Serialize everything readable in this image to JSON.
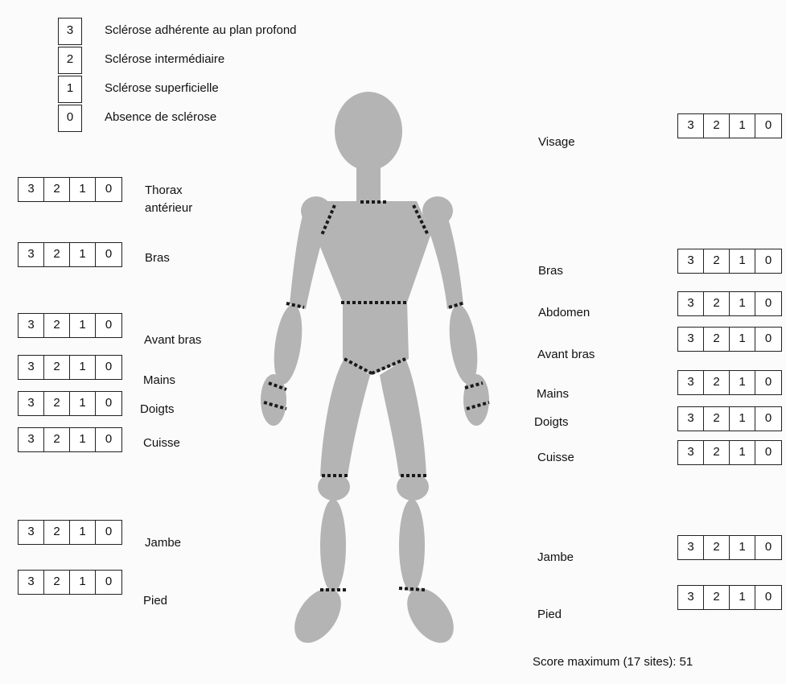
{
  "legend": [
    {
      "value": "3",
      "label": "Sclérose adhérente au plan profond"
    },
    {
      "value": "2",
      "label": "Sclérose intermédiaire"
    },
    {
      "value": "1",
      "label": "Sclérose superficielle"
    },
    {
      "value": "0",
      "label": "Absence de sclérose"
    }
  ],
  "scale": [
    "3",
    "2",
    "1",
    "0"
  ],
  "left_sites": [
    {
      "label": "Thorax",
      "label2": "antérieur"
    },
    {
      "label": "Bras"
    },
    {
      "label": "Avant bras"
    },
    {
      "label": "Mains"
    },
    {
      "label": "Doigts"
    },
    {
      "label": "Cuisse"
    },
    {
      "label": "Jambe"
    },
    {
      "label": "Pied"
    }
  ],
  "right_sites": [
    {
      "label": "Visage"
    },
    {
      "label": "Bras"
    },
    {
      "label": "Abdomen"
    },
    {
      "label": "Avant bras"
    },
    {
      "label": "Mains"
    },
    {
      "label": "Doigts"
    },
    {
      "label": "Cuisse"
    },
    {
      "label": "Jambe"
    },
    {
      "label": "Pied"
    }
  ],
  "footer": {
    "score_max": "Score maximum (17 sites): 51"
  },
  "colors": {
    "body_fill": "#b4b4b4",
    "joint_dots": "#1a1a1a",
    "box_border": "#222222"
  }
}
